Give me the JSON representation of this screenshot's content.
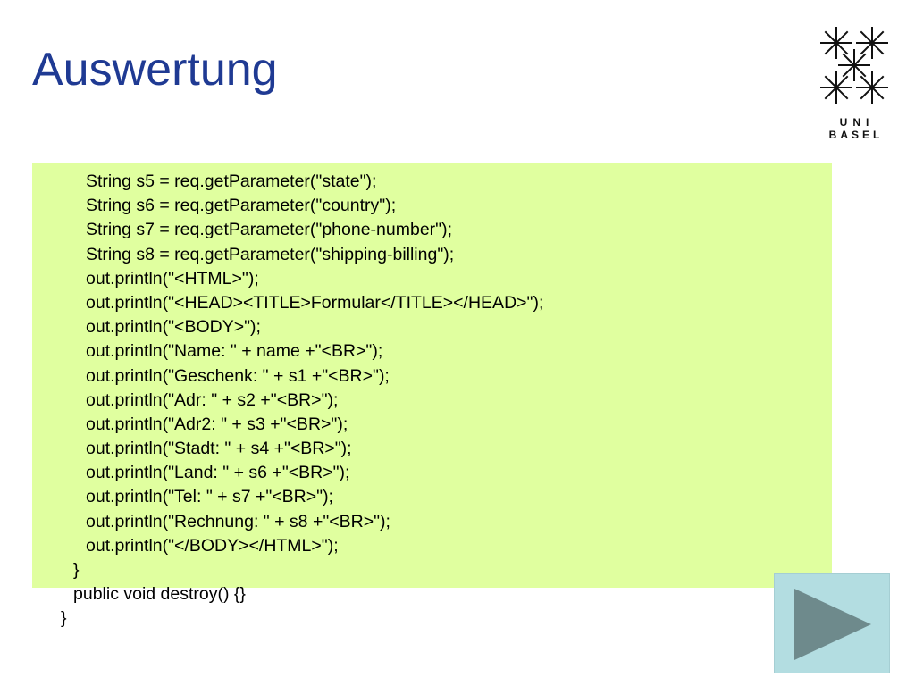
{
  "slide": {
    "title": "Auswertung"
  },
  "logo": {
    "line1": "UNI",
    "line2": "BASEL",
    "icon": "uni-basel-snowflake-icon"
  },
  "code": {
    "lines": [
      {
        "indent": 2,
        "text": "String s5 = req.getParameter(\"state\");"
      },
      {
        "indent": 2,
        "text": "String s6 = req.getParameter(\"country\");"
      },
      {
        "indent": 2,
        "text": "String s7 = req.getParameter(\"phone-number\");"
      },
      {
        "indent": 2,
        "text": "String s8 = req.getParameter(\"shipping-billing\");"
      },
      {
        "indent": 2,
        "text": "out.println(\"<HTML>\");"
      },
      {
        "indent": 2,
        "text": "out.println(\"<HEAD><TITLE>Formular</TITLE></HEAD>\");"
      },
      {
        "indent": 2,
        "text": "out.println(\"<BODY>\");"
      },
      {
        "indent": 2,
        "text": "out.println(\"Name: \" + name +\"<BR>\");"
      },
      {
        "indent": 2,
        "text": "out.println(\"Geschenk: \" + s1 +\"<BR>\");"
      },
      {
        "indent": 2,
        "text": "out.println(\"Adr: \" + s2 +\"<BR>\");"
      },
      {
        "indent": 2,
        "text": "out.println(\"Adr2: \" + s3 +\"<BR>\");"
      },
      {
        "indent": 2,
        "text": "out.println(\"Stadt: \" + s4 +\"<BR>\");"
      },
      {
        "indent": 2,
        "text": "out.println(\"Land: \" + s6 +\"<BR>\");"
      },
      {
        "indent": 2,
        "text": "out.println(\"Tel: \" + s7 +\"<BR>\");"
      },
      {
        "indent": 2,
        "text": "out.println(\"Rechnung: \" + s8 +\"<BR>\");"
      },
      {
        "indent": 2,
        "text": "out.println(\"</BODY></HTML>\");"
      },
      {
        "indent": 1,
        "text": "}"
      },
      {
        "indent": 1,
        "text": "public void destroy() {}"
      },
      {
        "indent": 0,
        "text": "}"
      }
    ]
  },
  "navigation": {
    "next_icon": "play-triangle-icon"
  },
  "colors": {
    "title": "#1f3a93",
    "code_background": "#e0ff9f",
    "button_background": "#b3dde1",
    "button_icon": "#6e8a8c"
  }
}
